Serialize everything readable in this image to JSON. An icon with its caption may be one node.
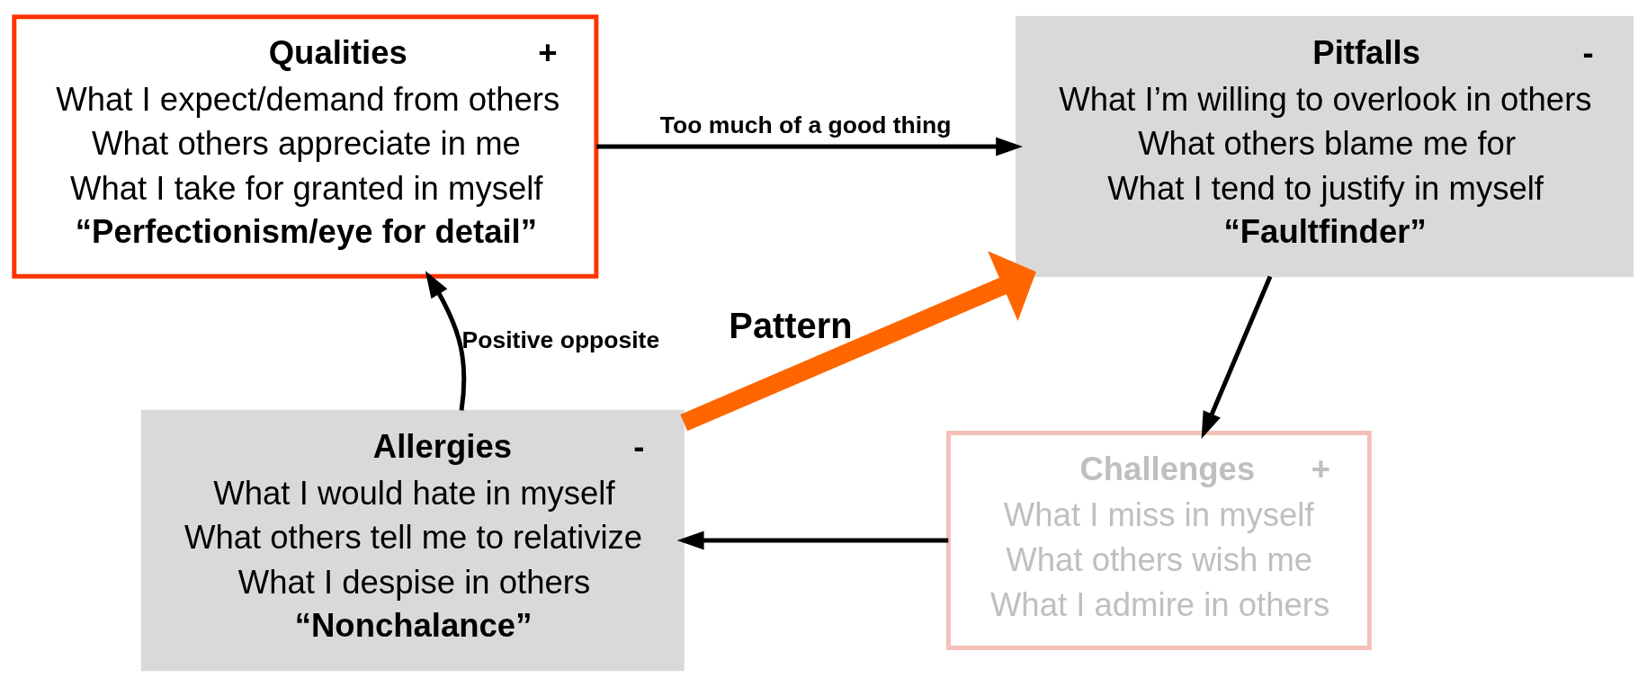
{
  "diagram": {
    "nodes": [
      {
        "text": [
          "Qualities",
          "+",
          "What I expect/demand from others",
          "What others appreciate in me",
          "What I take for granted in myself",
          "“Perfectionism/eye for detail”"
        ]
      },
      {
        "text": [
          "Pitfalls",
          "-",
          "What I’m willing to overlook in others",
          "What others blame me for",
          "What I tend to justify in myself",
          "“Faultfinder”"
        ]
      },
      {
        "text": [
          "Challenges",
          "+",
          "What I miss in myself",
          "What others wish me",
          "What I admire in others"
        ]
      },
      {
        "text": [
          "Allergies",
          "-",
          "What I would hate in myself",
          "What others tell me to relativize",
          "What I despise in others",
          "“Nonchalance”"
        ]
      }
    ],
    "edges": [
      {
        "from": 0,
        "to": 1,
        "arrow": "to",
        "label": "Too much of a good thing"
      },
      {
        "from": 1,
        "to": 2,
        "arrow": "to"
      },
      {
        "from": 2,
        "to": 3,
        "arrow": "to"
      },
      {
        "from": 3,
        "to": 0,
        "arrow": "to",
        "label": "Positive opposite"
      },
      {
        "from": 3,
        "to": 1,
        "arrow": "to",
        "label": "Pattern",
        "style": "thick",
        "color": "#ff6600"
      }
    ]
  }
}
